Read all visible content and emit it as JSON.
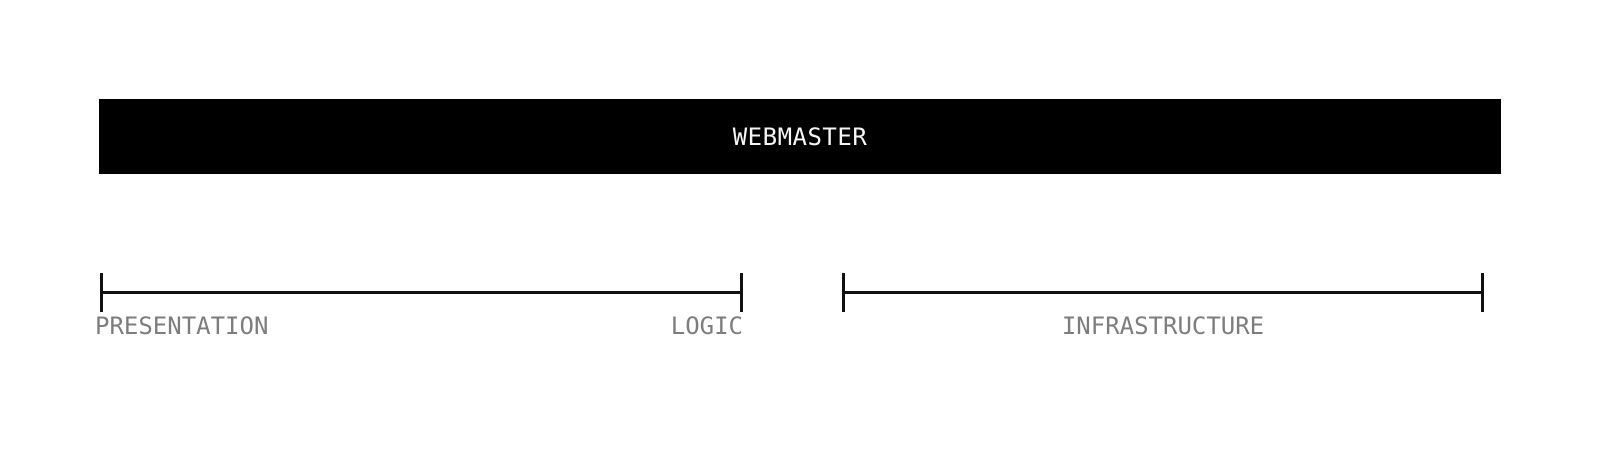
{
  "header": {
    "title": "WEBMASTER"
  },
  "diagram": {
    "ranges": [
      {
        "name": "presentation-logic",
        "label_left": "PRESENTATION",
        "label_right": "LOGIC"
      },
      {
        "name": "infrastructure",
        "label_center": "INFRASTRUCTURE"
      }
    ]
  },
  "colors": {
    "background": "#ffffff",
    "bar_bg": "#000000",
    "bar_text": "#f5f5f5",
    "line": "#111111",
    "label_text": "#7d7d7d"
  }
}
